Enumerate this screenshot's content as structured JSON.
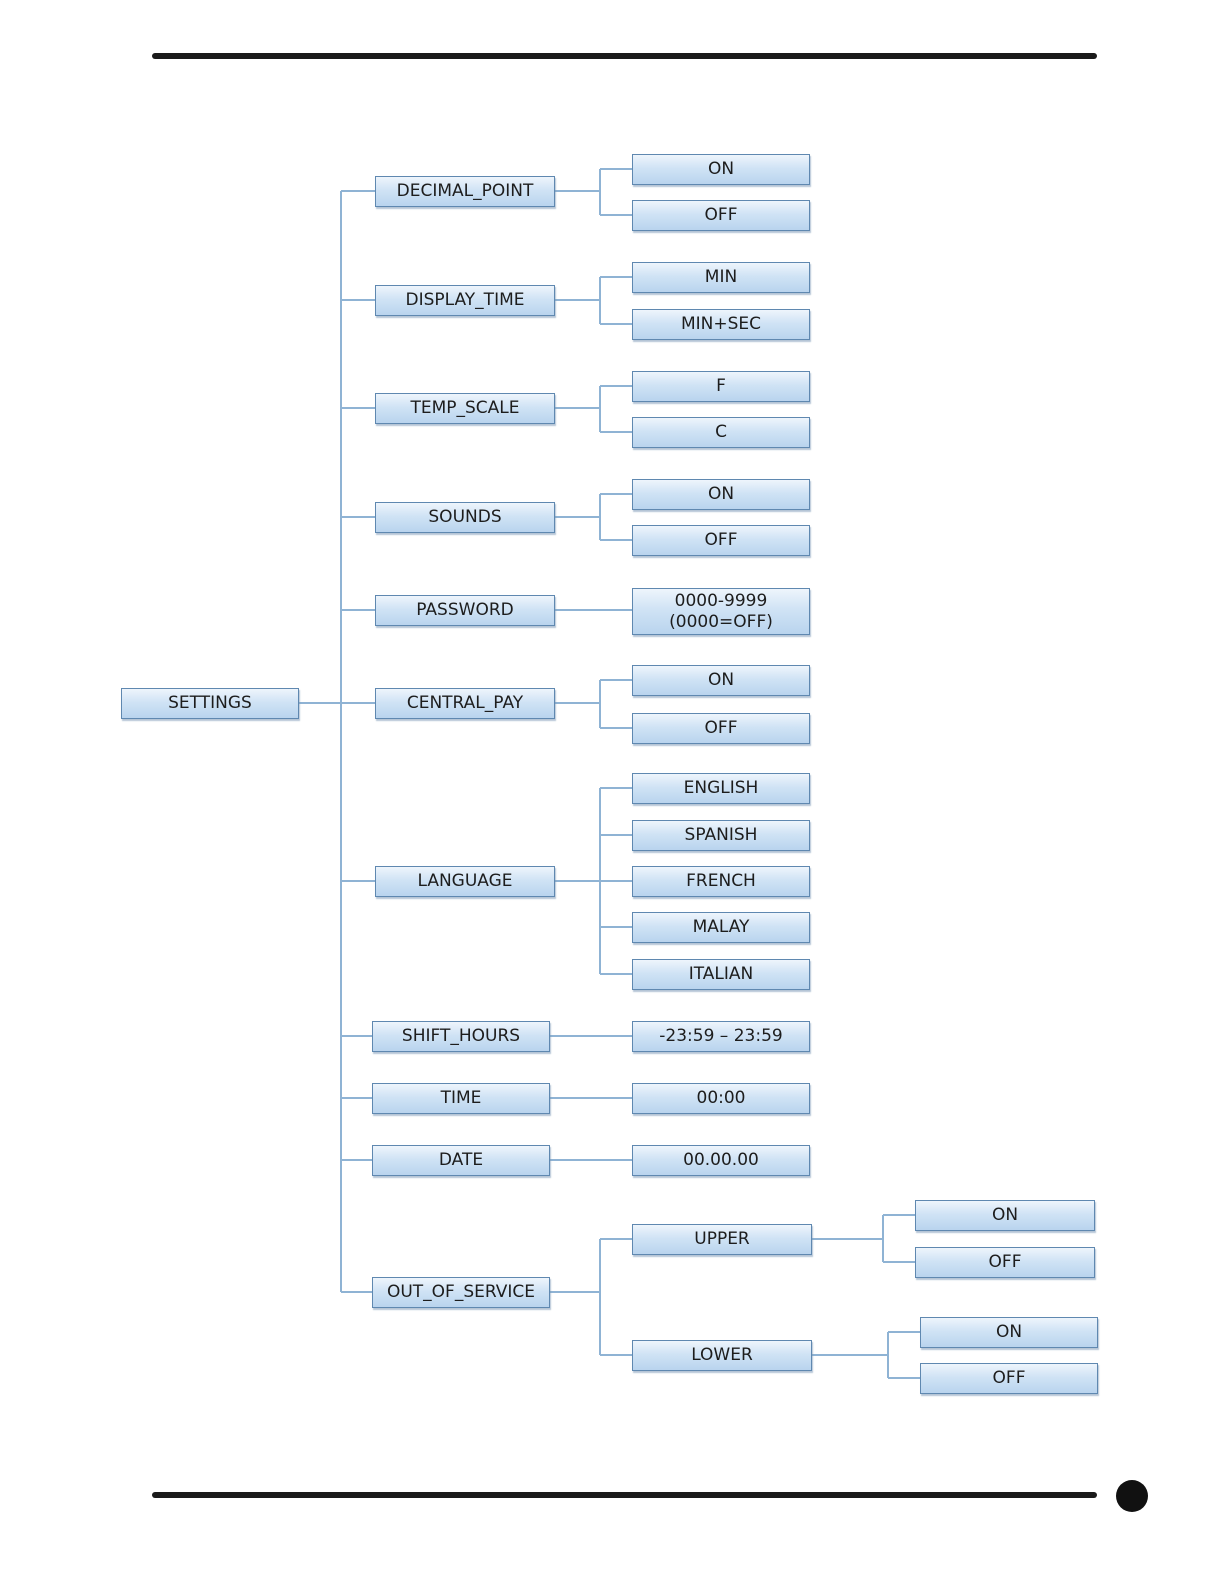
{
  "diagram": {
    "root": {
      "label": "SETTINGS"
    },
    "settings": [
      {
        "id": "decimal-point",
        "label": "DECIMAL_POINT",
        "options": [
          "ON",
          "OFF"
        ]
      },
      {
        "id": "display-time",
        "label": "DISPLAY_TIME",
        "options": [
          "MIN",
          "MIN+SEC"
        ]
      },
      {
        "id": "temp-scale",
        "label": "TEMP_SCALE",
        "options": [
          "F",
          "C"
        ]
      },
      {
        "id": "sounds",
        "label": "SOUNDS",
        "options": [
          "ON",
          "OFF"
        ]
      },
      {
        "id": "password",
        "label": "PASSWORD",
        "value_lines": [
          "0000-9999",
          "(0000=OFF)"
        ]
      },
      {
        "id": "central-pay",
        "label": "CENTRAL_PAY",
        "options": [
          "ON",
          "OFF"
        ]
      },
      {
        "id": "language",
        "label": "LANGUAGE",
        "options": [
          "ENGLISH",
          "SPANISH",
          "FRENCH",
          "MALAY",
          "ITALIAN"
        ]
      },
      {
        "id": "shift-hours",
        "label": "SHIFT_HOURS",
        "value_lines": [
          "-23:59 – 23:59"
        ]
      },
      {
        "id": "time",
        "label": "TIME",
        "value_lines": [
          "00:00"
        ]
      },
      {
        "id": "date",
        "label": "DATE",
        "value_lines": [
          "00.00.00"
        ]
      },
      {
        "id": "out-of-service",
        "label": "OUT_OF_SERVICE",
        "children": [
          {
            "id": "upper",
            "label": "UPPER",
            "options": [
              "ON",
              "OFF"
            ]
          },
          {
            "id": "lower",
            "label": "LOWER",
            "options": [
              "ON",
              "OFF"
            ]
          }
        ]
      }
    ]
  },
  "colors": {
    "connector": "#8fb3d4",
    "box_border": "#5f88b0",
    "rule": "#1a1a1a"
  }
}
